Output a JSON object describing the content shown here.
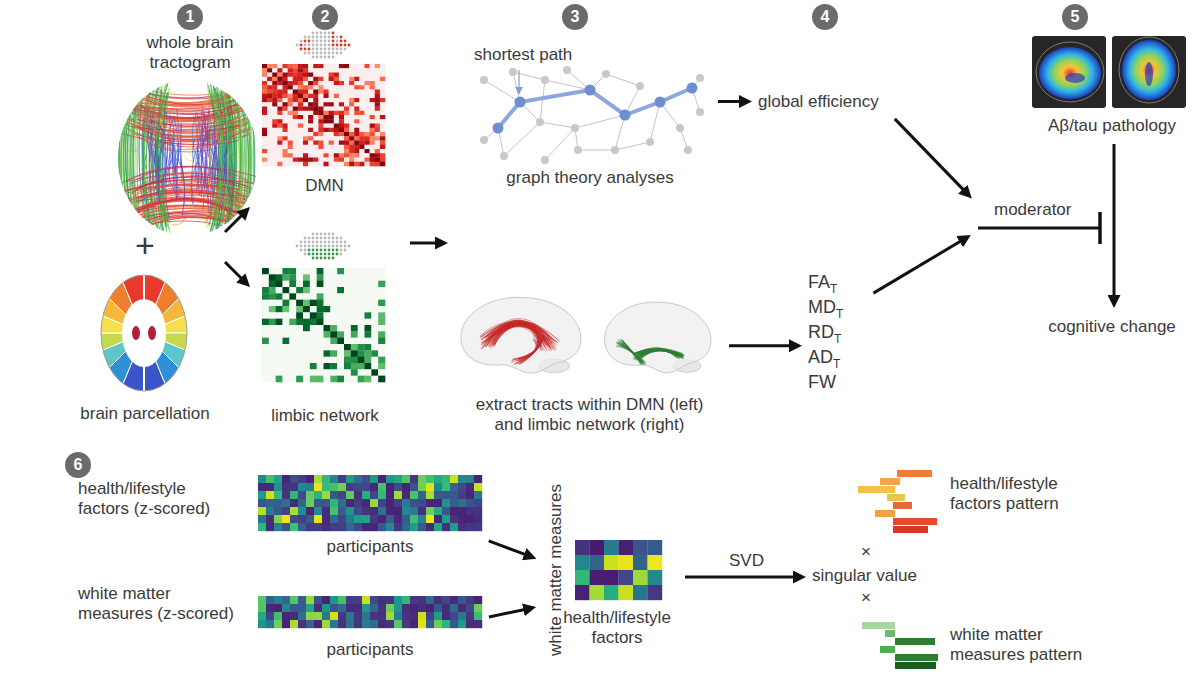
{
  "diagram": {
    "nodes": [
      {
        "text": [
          "whole brain tractogram"
        ]
      },
      {
        "text": [
          "brain parcellation"
        ]
      },
      {
        "text": [
          "DMN"
        ]
      },
      {
        "text": [
          "limbic network"
        ]
      },
      {
        "text": [
          "graph theory analyses"
        ]
      },
      {
        "text": [
          "extract tracts within DMN (left) and limbic network (right)"
        ]
      },
      {
        "text": [
          "global efficiency"
        ]
      },
      {
        "text": [
          "FA",
          "T",
          "MD",
          "T",
          "RD",
          "T",
          "AD",
          "T",
          "FW"
        ]
      },
      {
        "text": [
          "Aβ/tau pathology"
        ]
      },
      {
        "text": [
          "cognitive change"
        ]
      },
      {
        "text": [
          "moderator"
        ]
      },
      {
        "text": [
          "health/lifestyle factors (z-scored)",
          "participants"
        ]
      },
      {
        "text": [
          "white matter measures (z-scored)",
          "participants"
        ]
      },
      {
        "text": [
          "white matter measures",
          "health/lifestyle factors"
        ]
      },
      {
        "text": [
          "health/lifestyle factors pattern"
        ]
      },
      {
        "text": [
          "singular value"
        ]
      },
      {
        "text": [
          "white matter measures pattern"
        ]
      }
    ],
    "edges": [
      {
        "from": 4,
        "to": 6,
        "arrow": "to"
      },
      {
        "from": 5,
        "to": 7,
        "arrow": "to"
      },
      {
        "from": 6,
        "to": 10,
        "arrow": "to"
      },
      {
        "from": 7,
        "to": 10,
        "arrow": "to"
      },
      {
        "from": 8,
        "to": 9,
        "arrow": "to"
      },
      {
        "from": 11,
        "to": 13,
        "arrow": "to"
      },
      {
        "from": 12,
        "to": 13,
        "arrow": "to"
      },
      {
        "from": 13,
        "to": 15,
        "label": "SVD",
        "arrow": "to"
      }
    ],
    "labels": [
      "1",
      "2",
      "3",
      "4",
      "5",
      "6",
      "+",
      "shortest path",
      "×",
      "×"
    ]
  }
}
